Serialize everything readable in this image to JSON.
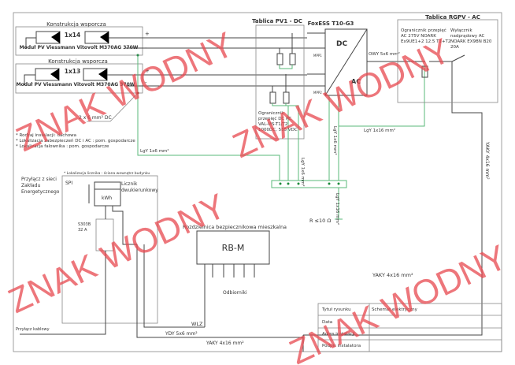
{
  "pv_strings": [
    {
      "header": "Konstrukcja wsporcza",
      "count": "1x14",
      "module": "Moduł PV  Viessmann Vitovolt M370AG 370W"
    },
    {
      "header": "Konstrukcja wsporcza",
      "count": "1x13",
      "module": "Moduł PV  Viessmann Vitovolt M370AG 370W"
    }
  ],
  "polarity": {
    "plus": "+",
    "minus": "-"
  },
  "dc_cable": "2 x 6 mm² DC",
  "notes": [
    "* Rodzaj instalacji: dachowa",
    "* Lokalizacja zabezpieczeń DC i AC : pom. gospodarcze",
    "* Lokalizacja falownika : pom. gospodarcze"
  ],
  "pv_board": {
    "title": "Tablica PV1 - DC",
    "spd": [
      "Ogranicznik",
      "przepięć DC PC",
      "VAL-MS-T1/T2",
      "1000DC, 585 VDC"
    ]
  },
  "inverter": {
    "title": "FoxESS T10-G3",
    "dc": "DC",
    "ac": "AC",
    "mpp1": "MPP1",
    "mpp2": "MPP2"
  },
  "ac_board": {
    "title": "Tablica RGPV - AC",
    "spd": [
      "Ogranicznik przepięć",
      "AC 275V NOARK",
      "Ex9UE1+2 12.5 T1+T2"
    ],
    "breaker": [
      "Wyłącznik",
      "nadprądowy AC",
      "NOARK EX9BN B20",
      "20A"
    ]
  },
  "cables": {
    "owy": "OWY 5x6 mm²",
    "lgy16": "LgY 1x16 mm²",
    "lgy6_h": "LgY 1x6 mm²",
    "lgy6_v": "LgY 1x6 mm²",
    "lgy6_v2": "LgY 1x6 mm²",
    "lgy16_v": "LgY 1x16 mm²",
    "yaky_v": "YAKY 4x16 mm²",
    "yaky_mid": "YAKY 4x16 mm²",
    "ydy": "YDY 5x6 mm²",
    "yaky_bottom": "YAKY 4x16 mm²",
    "wlz": "WLZ"
  },
  "grounding": "R ≤10 Ω",
  "grid": {
    "title": [
      "Przyłącz z sieci",
      "Zakładu",
      "Energetycznego"
    ],
    "meter_note": "* Lokalizacja licznika : ściana wewnątrz budynku",
    "spi": "SPI",
    "meter": [
      "Licznik",
      "dwukierunkowy"
    ],
    "kwh": "kWh",
    "breaker": [
      "S303B",
      "32 A"
    ],
    "cable_conn": "Przyłącz kablowy"
  },
  "rbm": {
    "title": "Rozdzielnica bezpiecznikowa mieszkalna",
    "label": "RB-M",
    "loads": "Odbiorniki"
  },
  "title_block": [
    {
      "label": "Tytuł rysunku",
      "value": "Schemat elektryczny"
    },
    {
      "label": "Data",
      "value": ""
    },
    {
      "label": "Adres instalacji",
      "value": ""
    },
    {
      "label": "Podpis instalatora",
      "value": ""
    }
  ],
  "watermark": "ZNAK WODNY",
  "colors": {
    "ground": "#5ab879",
    "watermark": "#e8494f",
    "line": "#444444"
  }
}
